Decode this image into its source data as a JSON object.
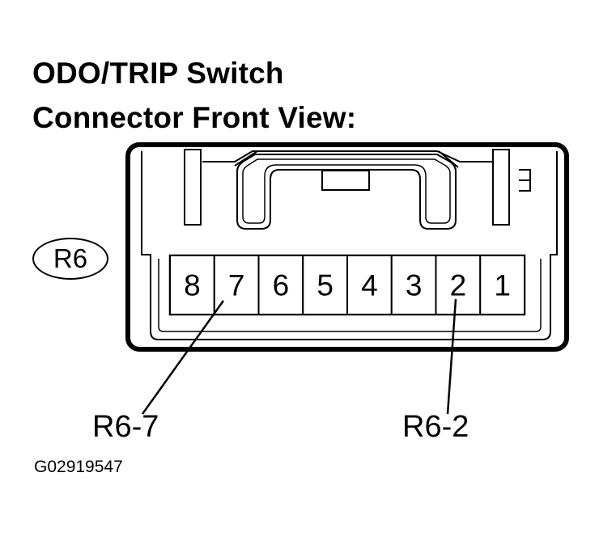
{
  "title": {
    "line1": "ODO/TRIP Switch",
    "line2": "Connector Front View:"
  },
  "connector_id": "R6",
  "pins": [
    "8",
    "7",
    "6",
    "5",
    "4",
    "3",
    "2",
    "1"
  ],
  "callouts": {
    "left": "R6-7",
    "right": "R6-2"
  },
  "figure_code": "G02919547"
}
